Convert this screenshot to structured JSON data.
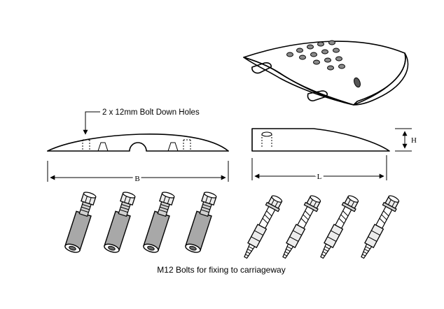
{
  "labels": {
    "holes": "2 x 12mm Bolt Down Holes",
    "dim_b": "B",
    "dim_l": "L",
    "dim_h": "H",
    "caption": "M12 Bolts for fixing to carriageway"
  },
  "colors": {
    "line": "#000000",
    "grey_fill": "#a8a8a8",
    "light_fill": "#ececec",
    "mid_fill": "#d0d0d0"
  },
  "icons": {
    "sleeve_anchor": "sleeve-bolt-icon",
    "expansion_anchor": "expansion-bolt-icon"
  }
}
